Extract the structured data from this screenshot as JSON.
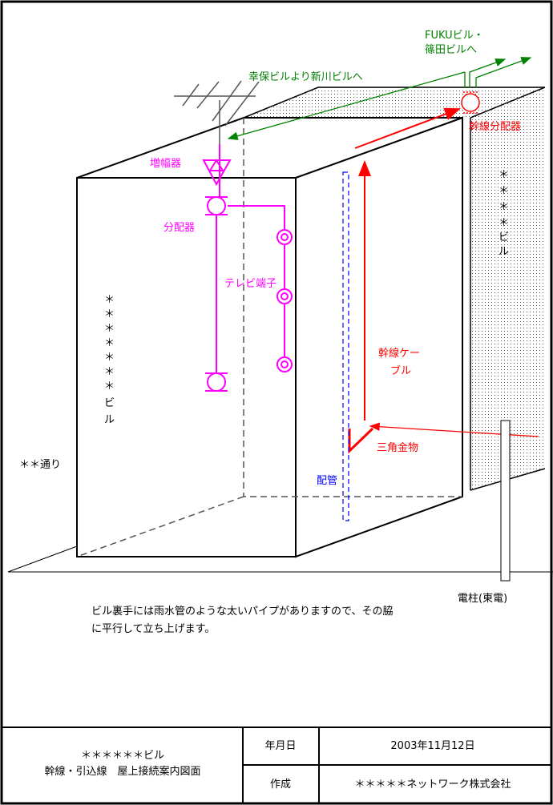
{
  "labels": {
    "green_route_1": "幸保ビルより新川ビルへ",
    "green_route_2_line1": "FUKUビル・",
    "green_route_2_line2": "篠田ビルへ",
    "trunk_splitter": "幹線分配器",
    "amplifier": "増幅器",
    "distributor": "分配器",
    "tv_outlet": "テレビ端子",
    "trunk_cable_line1": "幹線ケー",
    "trunk_cable_line2": "ブル",
    "triangle_bracket": "三角金物",
    "conduit": "配管",
    "main_building_chars": [
      "＊",
      "＊",
      "＊",
      "＊",
      "＊",
      "＊",
      "＊",
      "ビ",
      "ル"
    ],
    "right_building_chars": [
      "＊",
      "＊",
      "＊",
      "＊",
      "ビ",
      "ル"
    ],
    "street": "＊＊通り",
    "pole": "電柱(東電)",
    "note_line1": "ビル裏手には雨水管のような太いパイプがありますので、その脇",
    "note_line2": "に平行して立ち上げます。"
  },
  "title_block": {
    "building": "＊＊＊＊＊＊ビル",
    "drawing_title": "幹線・引込線　屋上接続案内図面",
    "date_label": "年月日",
    "date_value": "2003年11月12日",
    "author_label": "作成",
    "author_value": "＊＊＊＊＊ネットワーク株式会社"
  },
  "colors": {
    "magenta": "#ff00ff",
    "red": "#ff0000",
    "green": "#008000",
    "blue": "#0000ff"
  }
}
